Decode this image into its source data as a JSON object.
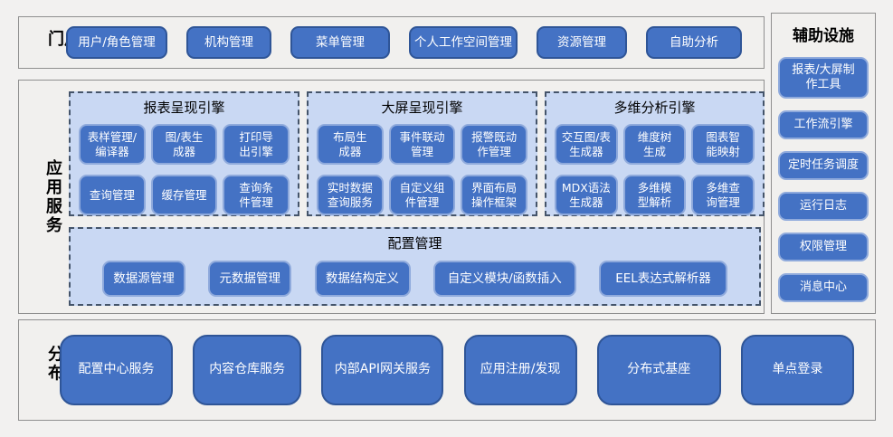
{
  "colors": {
    "page_bg": "#F2F1F0",
    "panel_bg": "#F1F0EE",
    "panel_border": "#8F8F8F",
    "button_fill": "#4472C4",
    "button_border_dark": "#2F5597",
    "button_border_light": "#8FAADC",
    "button_text": "#FFFFFF",
    "subpanel_bg": "#C9D8F3",
    "subpanel_dashed_border": "#44546A"
  },
  "portal": {
    "label": "门户",
    "buttons": [
      "用户/角色管理",
      "机构管理",
      "菜单管理",
      "个人工作空间管理",
      "资源管理",
      "自助分析"
    ]
  },
  "app_services": {
    "label": "应用服务",
    "engines": [
      {
        "title": "报表呈现引擎",
        "buttons": [
          "表样管理/\n编译器",
          "图/表生\n成器",
          "打印导\n出引擎",
          "查询管理",
          "缓存管理",
          "查询条\n件管理"
        ]
      },
      {
        "title": "大屏呈现引擎",
        "buttons": [
          "布局生\n成器",
          "事件联动\n管理",
          "报警既动\n作管理",
          "实时数据\n查询服务",
          "自定义组\n件管理",
          "界面布局\n操作框架"
        ]
      },
      {
        "title": "多维分析引擎",
        "buttons": [
          "交互图/表\n生成器",
          "维度树\n生成",
          "图表智\n能映射",
          "MDX语法\n生成器",
          "多维模\n型解析",
          "多维查\n询管理"
        ]
      }
    ],
    "config": {
      "title": "配置管理",
      "buttons": [
        "数据源管理",
        "元数据管理",
        "数据结构定义",
        "自定义模块/函数插入",
        "EEL表达式解析器"
      ]
    }
  },
  "auxiliary": {
    "title": "辅助设施",
    "buttons": [
      "报表/大屏制\n作工具",
      "工作流引擎",
      "定时任务调度",
      "运行日志",
      "权限管理",
      "消息中心"
    ]
  },
  "distributed": {
    "label": "分布式基础",
    "buttons": [
      "配置中心服务",
      "内容仓库服务",
      "内部API网关服务",
      "应用注册/发现",
      "分布式基座",
      "单点登录"
    ]
  }
}
